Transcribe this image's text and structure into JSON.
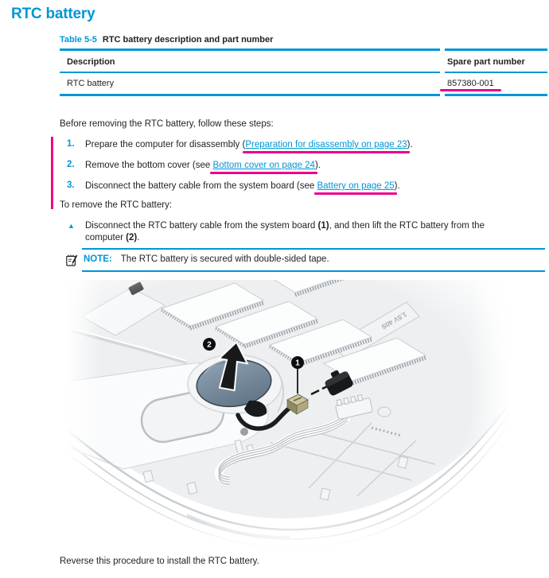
{
  "page": {
    "title": "RTC battery",
    "closing_text": "Reverse this procedure to install the RTC battery."
  },
  "table": {
    "caption_label": "Table 5-5",
    "caption_text": "RTC battery description and part number",
    "columns": [
      "Description",
      "Spare part number"
    ],
    "rows": [
      {
        "description": "RTC battery",
        "spare_part_number": "857380-001"
      }
    ]
  },
  "procedure": {
    "intro": "Before removing the RTC battery, follow these steps:",
    "steps": [
      {
        "number": "1.",
        "pre": "Prepare the computer for disassembly (",
        "link": "Preparation for disassembly on page 23",
        "post": ")."
      },
      {
        "number": "2.",
        "pre": "Remove the bottom cover (see ",
        "link": "Bottom cover on page 24",
        "post": ")."
      },
      {
        "number": "3.",
        "pre": "Disconnect the battery cable from the system board (see ",
        "link": "Battery on page 25",
        "post": ")."
      }
    ],
    "removal_intro": "To remove the RTC battery:",
    "removal_step": {
      "bullet": "▲",
      "pre": "Disconnect the RTC battery cable from the system board ",
      "bold_1": "(1)",
      "mid": ", and then lift the RTC battery from the computer ",
      "bold_2": "(2)",
      "post": "."
    }
  },
  "note": {
    "label": "NOTE:",
    "text": "The RTC battery is secured with double-sided tape."
  },
  "figure": {
    "callout_1": "1",
    "callout_2": "2",
    "board_marking": "1.5V 40S"
  },
  "colors": {
    "hp_blue": "#0096d6",
    "annotation_magenta": "#ec008c",
    "body_text": "#231f20",
    "battery_fill": "#7e93a4"
  }
}
